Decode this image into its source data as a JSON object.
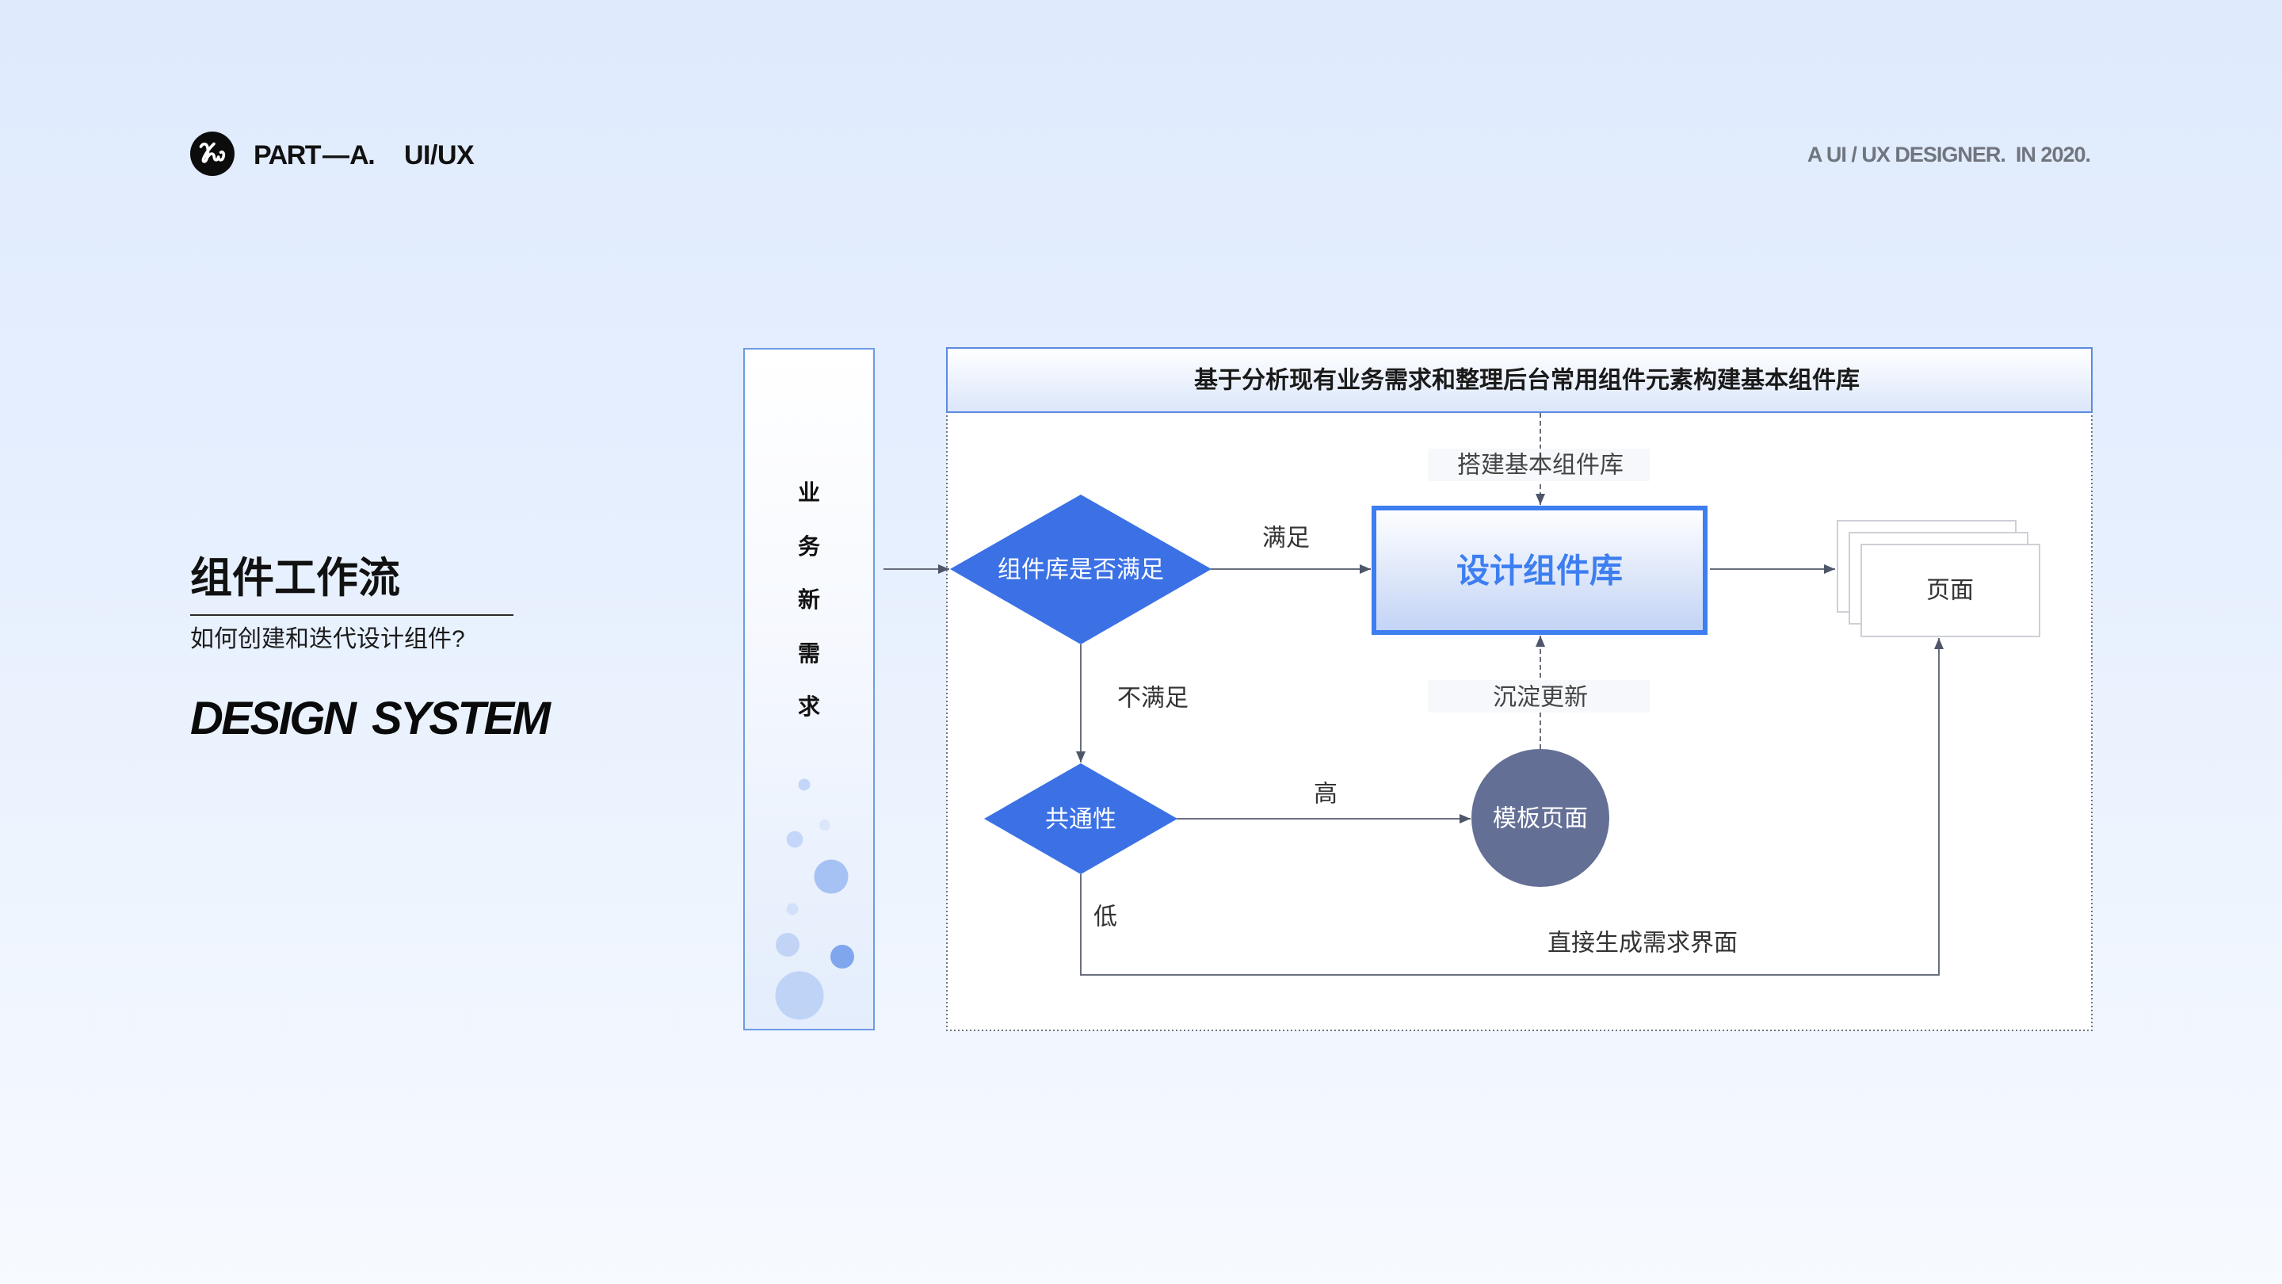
{
  "theme": {
    "page_top": "#dfeafd",
    "page_bottom": "#f7faff",
    "accent_blue": "#3b71e5",
    "library_blue": "#3d7ef0",
    "slate_node": "#646f96",
    "connector": "#6a6f7e",
    "arrowhead": "#4f566a",
    "tagline_gray": "#70757e"
  },
  "header": {
    "logo_icon": "monogram-logo",
    "part_label": "PART — A.",
    "section_label": "UI/UX",
    "tagline": "A UI / UX DESIGNER.  IN 2020."
  },
  "intro": {
    "title": "组件工作流",
    "subtitle": "如何创建和迭代设计组件?",
    "english_title": "DESIGN SYSTEM"
  },
  "flowchart": {
    "input_lane": {
      "label": "业务新需求",
      "decoration": "bubbles"
    },
    "banner": {
      "label": "基于分析现有业务需求和整理后台常用组件元素构建基本组件库"
    },
    "nodes": [
      {
        "id": "decision_library",
        "shape": "diamond",
        "label": "组件库是否满足"
      },
      {
        "id": "component_library",
        "shape": "rectangle",
        "label": "设计组件库"
      },
      {
        "id": "pages",
        "shape": "stacked-documents",
        "label": "页面"
      },
      {
        "id": "decision_commonality",
        "shape": "diamond",
        "label": "共通性"
      },
      {
        "id": "template_pages",
        "shape": "circle",
        "label": "模板页面"
      }
    ],
    "edges": [
      {
        "from": "input_lane",
        "to": "decision_library",
        "label": "",
        "style": "solid"
      },
      {
        "from": "decision_library",
        "to": "component_library",
        "label": "满足",
        "style": "solid"
      },
      {
        "from": "banner",
        "to": "component_library",
        "label": "搭建基本组件库",
        "style": "dashed"
      },
      {
        "from": "component_library",
        "to": "pages",
        "label": "",
        "style": "solid"
      },
      {
        "from": "decision_library",
        "to": "decision_commonality",
        "label": "不满足",
        "style": "solid"
      },
      {
        "from": "decision_commonality",
        "to": "template_pages",
        "label": "高",
        "style": "solid"
      },
      {
        "from": "template_pages",
        "to": "component_library",
        "label": "沉淀更新",
        "style": "dashed"
      },
      {
        "from": "decision_commonality",
        "to": "pages",
        "label": "低",
        "note": "直接生成需求界面",
        "style": "solid"
      }
    ]
  }
}
